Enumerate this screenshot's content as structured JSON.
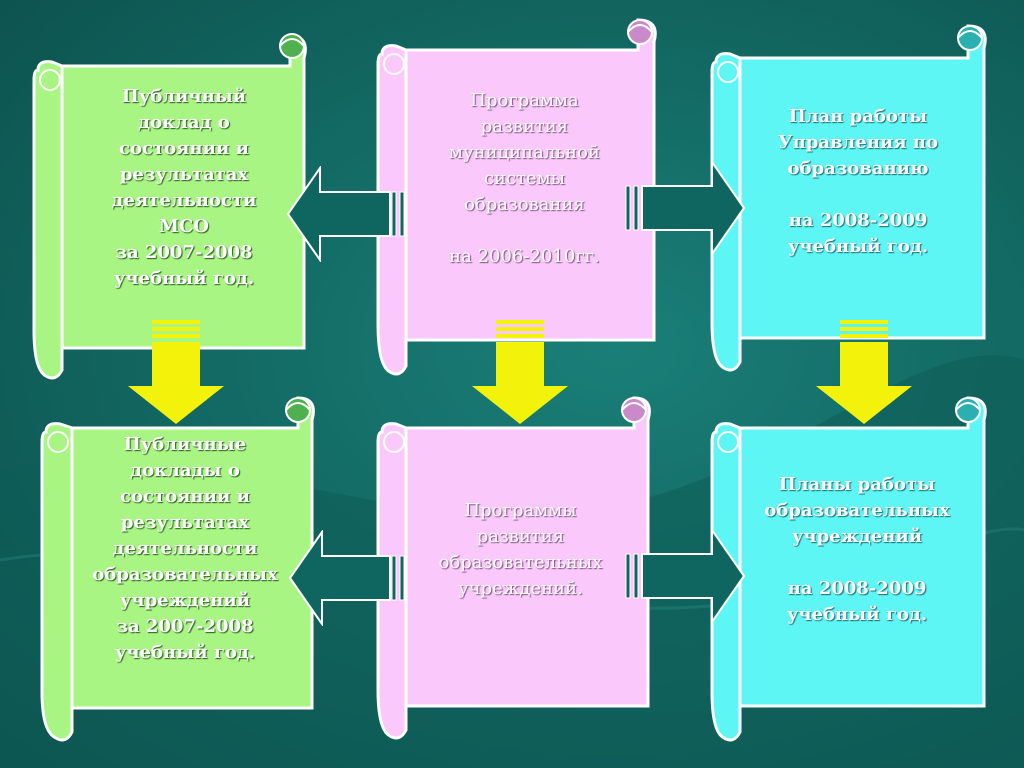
{
  "colors": {
    "background": "#136a64",
    "green_scroll": "#a8f584",
    "pink_scroll": "#fbc8fb",
    "cyan_scroll": "#5ef6f4",
    "side_arrow": "#0f6560",
    "down_arrow": "#f2f20a"
  },
  "scrolls": {
    "top_left": {
      "text": "Публичный\nдоклад о\nсостоянии и\nрезультатах\nдеятельности\nМСО\nза 2007-2008\nучебный год."
    },
    "top_center": {
      "text": "Программа\nразвития\nмуниципальной\nсистемы\nобразования\n\nна 2006-2010гг."
    },
    "top_right": {
      "text": "План работы\nУправления по\nобразованию\n\nна 2008-2009\nучебный год."
    },
    "bottom_left": {
      "text": "Публичные\nдоклады о\nсостоянии и\nрезультатах\nдеятельности\nобразовательных\nучреждений\nза 2007-2008\nучебный год."
    },
    "bottom_center": {
      "text": "Программы\nразвития\nобразовательных\nучреждений."
    },
    "bottom_right": {
      "text": "Планы работы\nобразовательных\nучреждений\n\nна 2008-2009\nучебный год."
    }
  },
  "connectors": {
    "side_arrows": [
      "top-center-to-left",
      "top-center-to-right",
      "bottom-center-to-left",
      "bottom-center-to-right"
    ],
    "down_arrows": [
      "left-column",
      "center-column",
      "right-column"
    ]
  }
}
